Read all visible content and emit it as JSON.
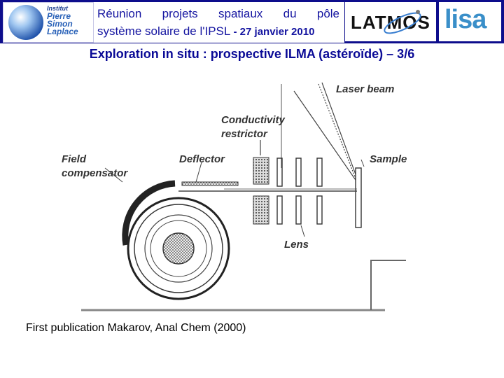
{
  "header": {
    "ipsl_logo": {
      "line1": "Institut",
      "line2": "Pierre",
      "line3": "Simon",
      "line4": "Laplace"
    },
    "title_words": [
      "Réunion",
      "projets",
      "spatiaux",
      "du",
      "pôle"
    ],
    "title_line2": "système solaire de l'IPSL",
    "title_date": " - 27 janvier 2010",
    "latmos_logo": "LATMOS",
    "lisa_logo": "lisa",
    "colors": {
      "band": "#0d0d8c",
      "title_text": "#1414a0"
    }
  },
  "slide": {
    "title": "Exploration in situ : prospective ILMA (astéroïde) – 3/6"
  },
  "figure": {
    "labels": {
      "laser_beam": "Laser beam",
      "conductivity_restrictor_1": "Conductivity",
      "conductivity_restrictor_2": "restrictor",
      "field_compensator_1": "Field",
      "field_compensator_2": "compensator",
      "deflector": "Deflector",
      "sample": "Sample",
      "lens": "Lens"
    }
  },
  "caption": "First publication Makarov, Anal Chem (2000)"
}
